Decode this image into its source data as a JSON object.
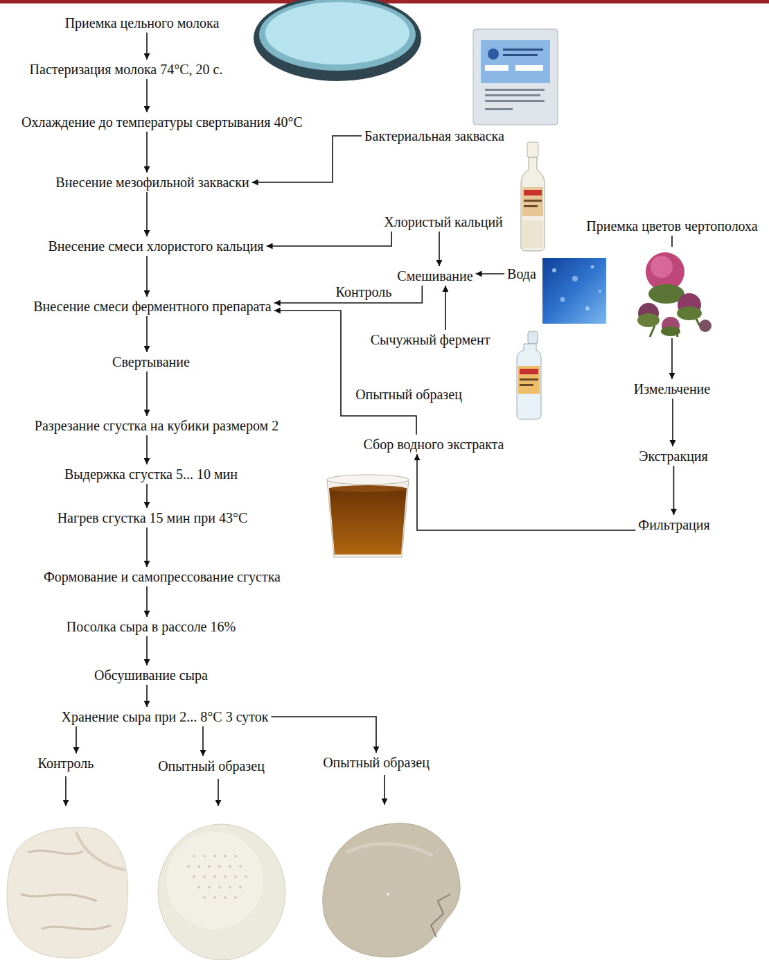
{
  "diagram": {
    "nodes": [
      {
        "text": [
          "Приемка цельного молока"
        ]
      },
      {
        "text": [
          "Пастеризация молока 74°С, 20 с."
        ]
      },
      {
        "text": [
          "Охлаждение до температуры свертывания 40°С"
        ]
      },
      {
        "text": [
          "Бактериальная закваска"
        ]
      },
      {
        "text": [
          "Внесение мезофильной закваски"
        ]
      },
      {
        "text": [
          "Хлористый кальций"
        ]
      },
      {
        "text": [
          "Приемка цветов чертополоха"
        ]
      },
      {
        "text": [
          "Внесение смеси хлористого кальция"
        ]
      },
      {
        "text": [
          "Смешивание"
        ]
      },
      {
        "text": [
          "Вода"
        ]
      },
      {
        "text": [
          "Внесение смеси ферментного препарата"
        ]
      },
      {
        "text": [
          "Сычужный фермент"
        ]
      },
      {
        "text": [
          "Свертывание"
        ]
      },
      {
        "text": [
          "Измельчение"
        ]
      },
      {
        "text": [
          "Разрезание сгустка на кубики размером 2"
        ]
      },
      {
        "text": [
          "Сбор водного экстракта"
        ]
      },
      {
        "text": [
          "Экстракция"
        ]
      },
      {
        "text": [
          "Выдержка сгустка 5... 10 мин"
        ]
      },
      {
        "text": [
          "Нагрев сгустка 15 мин при 43°С"
        ]
      },
      {
        "text": [
          "Фильтрация"
        ]
      },
      {
        "text": [
          "Формование и самопрессование сгустка"
        ]
      },
      {
        "text": [
          "Посолка сыра в рассоле 16%"
        ]
      },
      {
        "text": [
          "Обсушивание сыра"
        ]
      },
      {
        "text": [
          "Хранение сыра при 2... 8°С 3 суток"
        ]
      },
      {
        "text": [
          "Контроль"
        ]
      },
      {
        "text": [
          "Опытный образец"
        ]
      },
      {
        "text": [
          "Опытный образец"
        ]
      }
    ],
    "edges": [
      {
        "from": 0,
        "to": 1,
        "arrow": "to"
      },
      {
        "from": 1,
        "to": 2,
        "arrow": "to"
      },
      {
        "from": 2,
        "to": 4,
        "arrow": "to"
      },
      {
        "from": 3,
        "to": 4,
        "arrow": "to"
      },
      {
        "from": 4,
        "to": 7,
        "arrow": "to"
      },
      {
        "from": 5,
        "to": 7,
        "arrow": "to"
      },
      {
        "from": 5,
        "to": 8,
        "arrow": "to"
      },
      {
        "from": 9,
        "to": 8,
        "arrow": "to"
      },
      {
        "from": 11,
        "to": 8,
        "arrow": "to"
      },
      {
        "from": 8,
        "to": 10,
        "label": "Контроль",
        "arrow": "to"
      },
      {
        "from": 15,
        "to": 10,
        "label": "Опытный образец",
        "arrow": "to"
      },
      {
        "from": 7,
        "to": 10,
        "arrow": "to"
      },
      {
        "from": 10,
        "to": 12,
        "arrow": "to"
      },
      {
        "from": 12,
        "to": 14,
        "arrow": "to"
      },
      {
        "from": 14,
        "to": 17,
        "arrow": "to"
      },
      {
        "from": 17,
        "to": 18,
        "arrow": "to"
      },
      {
        "from": 18,
        "to": 20,
        "arrow": "to"
      },
      {
        "from": 20,
        "to": 21,
        "arrow": "to"
      },
      {
        "from": 21,
        "to": 22,
        "arrow": "to"
      },
      {
        "from": 22,
        "to": 23,
        "arrow": "to"
      },
      {
        "from": 23,
        "to": 24,
        "arrow": "to"
      },
      {
        "from": 23,
        "to": 25,
        "arrow": "to"
      },
      {
        "from": 23,
        "to": 26,
        "arrow": "to"
      },
      {
        "from": 6,
        "to": 13,
        "arrow": "to"
      },
      {
        "from": 13,
        "to": 16,
        "arrow": "to"
      },
      {
        "from": 16,
        "to": 19,
        "arrow": "to"
      },
      {
        "from": 19,
        "to": 15,
        "arrow": "to"
      }
    ]
  }
}
